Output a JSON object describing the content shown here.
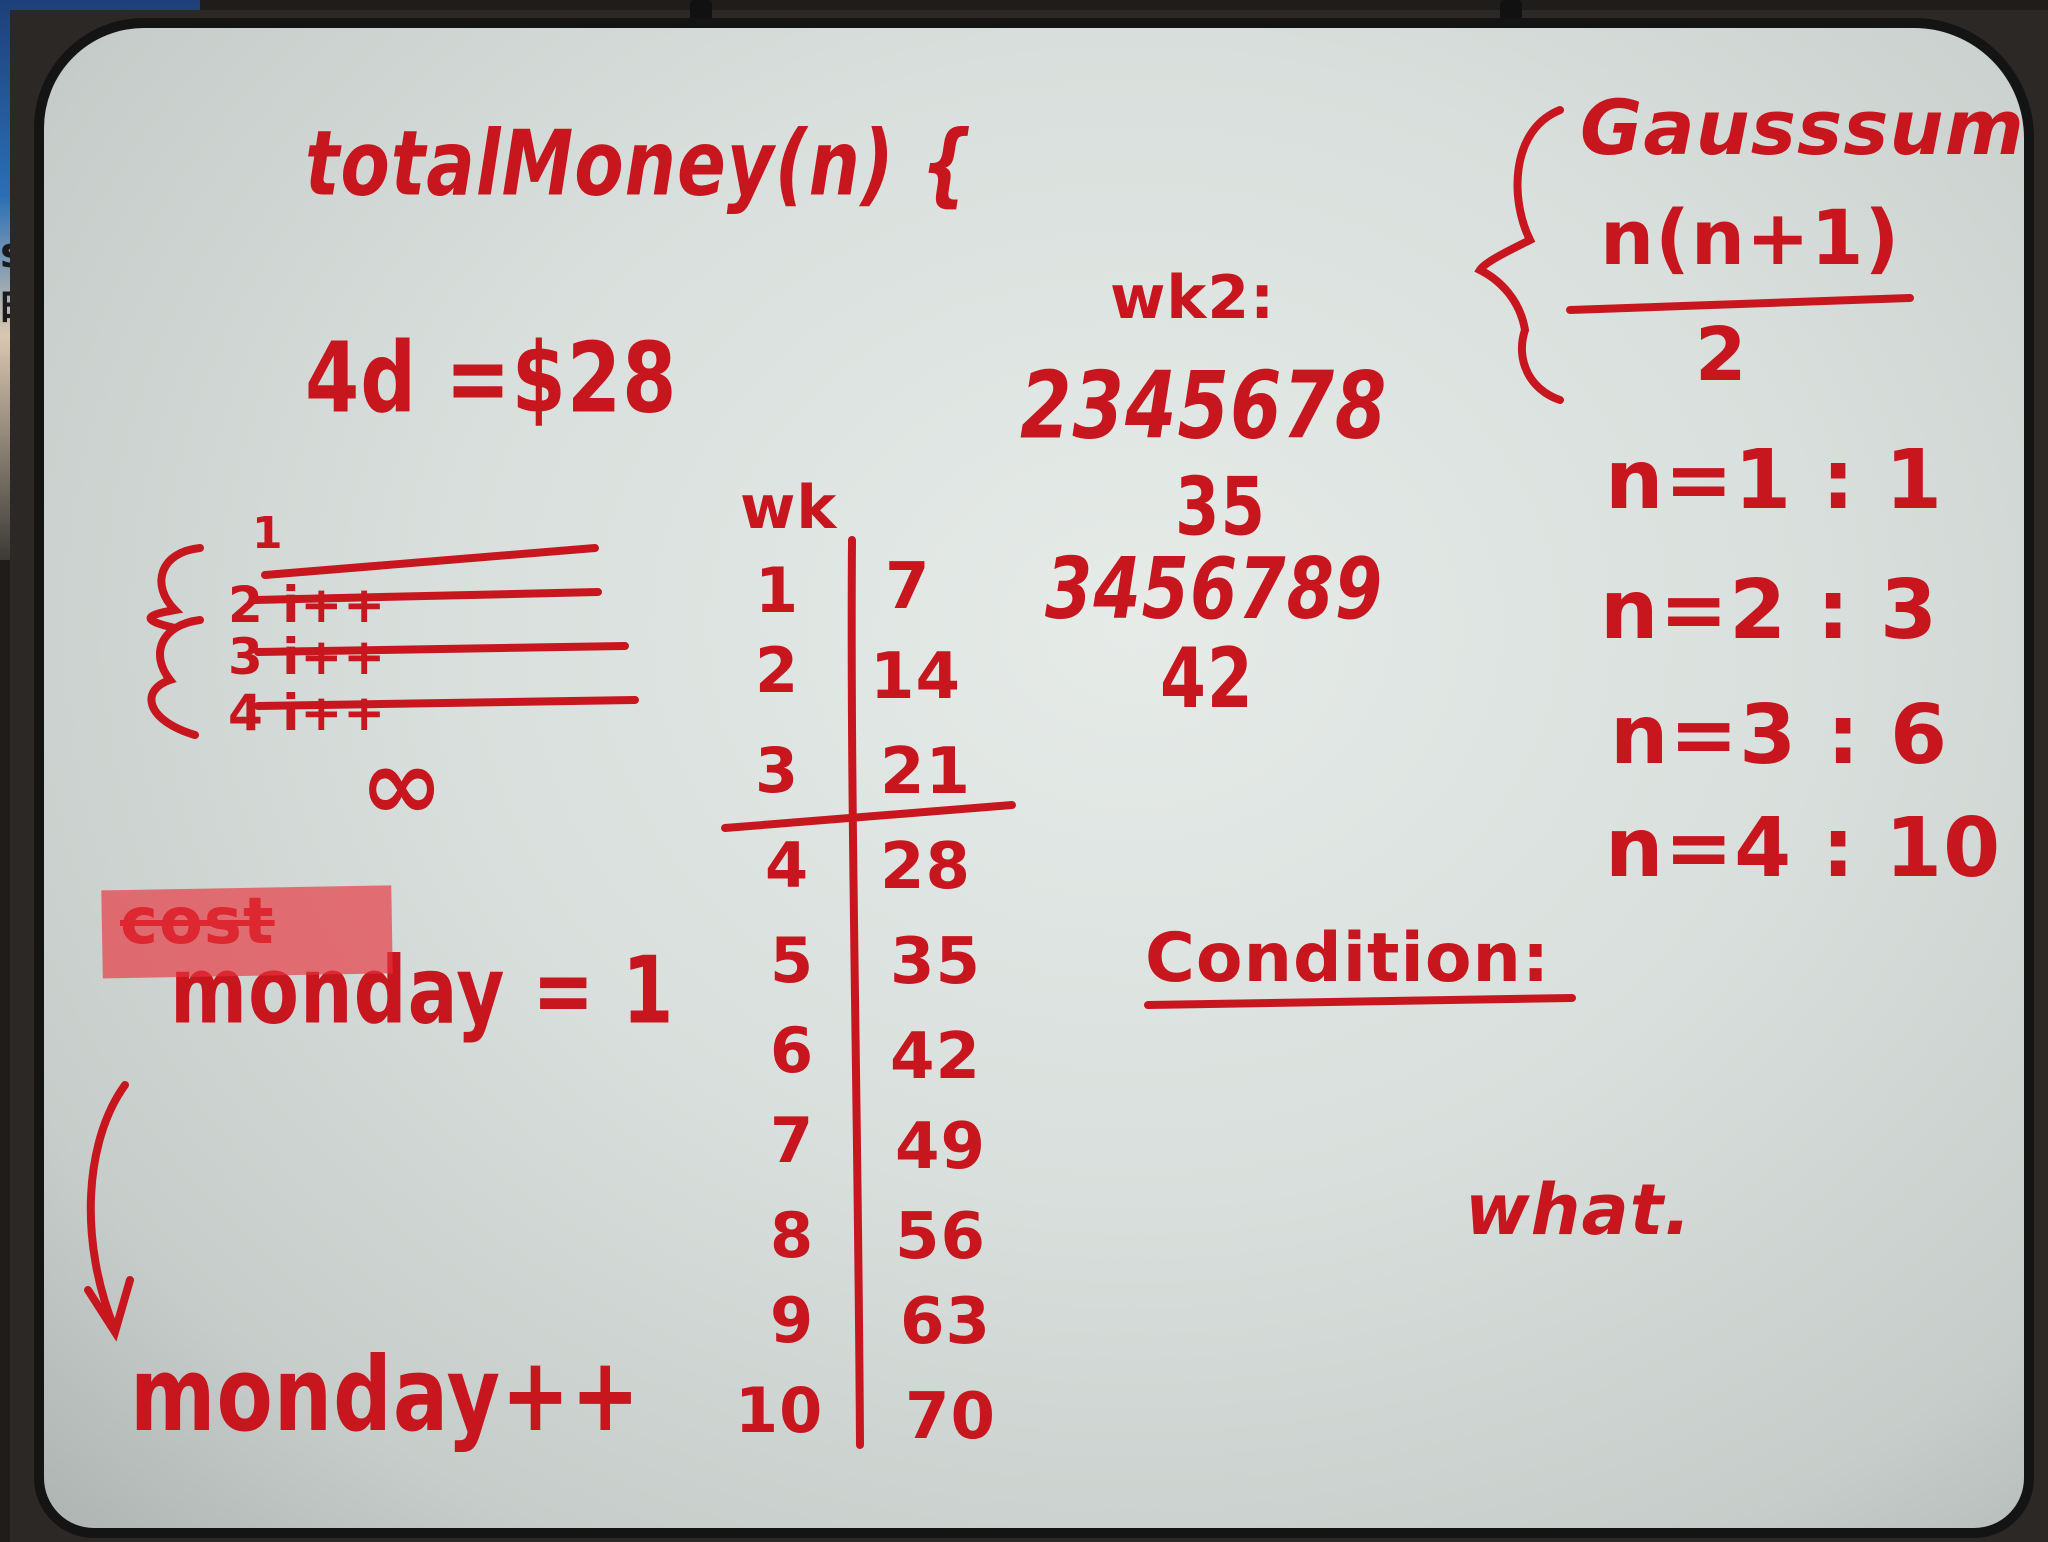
{
  "board": {
    "function_header": "totalMoney(n) {",
    "days_note": "4d =$28",
    "iteration_list": {
      "first": "1",
      "items": [
        "2 i++",
        "3 i++",
        "4 i++"
      ],
      "infinity": "∞"
    },
    "variable_note": {
      "struck": "cost",
      "assignment": "monday = 1",
      "increment": "monday++"
    },
    "table": {
      "header": "wk",
      "weeks": [
        "1",
        "2",
        "3",
        "4",
        "5",
        "6",
        "7",
        "8",
        "9",
        "10"
      ],
      "totals": [
        "7",
        "14",
        "21",
        "28",
        "35",
        "42",
        "49",
        "56",
        "63",
        "70"
      ]
    },
    "week2": {
      "label": "wk2:",
      "sequence": "2345678",
      "sum": "35",
      "sequence_next": "3456789",
      "sum_next": "42"
    },
    "gauss": {
      "title": "Gausssum",
      "numerator": "n(n+1)",
      "denominator": "2",
      "examples": [
        "n=1 : 1",
        "n=2 : 3",
        "n=3 : 6",
        "n=4 : 10"
      ]
    },
    "condition_label": "Condition:",
    "question_note": "what."
  },
  "colors": {
    "marker": "#c8161e",
    "board": "#dfe5e2",
    "frame": "#141414",
    "highlight": "#e8323c"
  }
}
